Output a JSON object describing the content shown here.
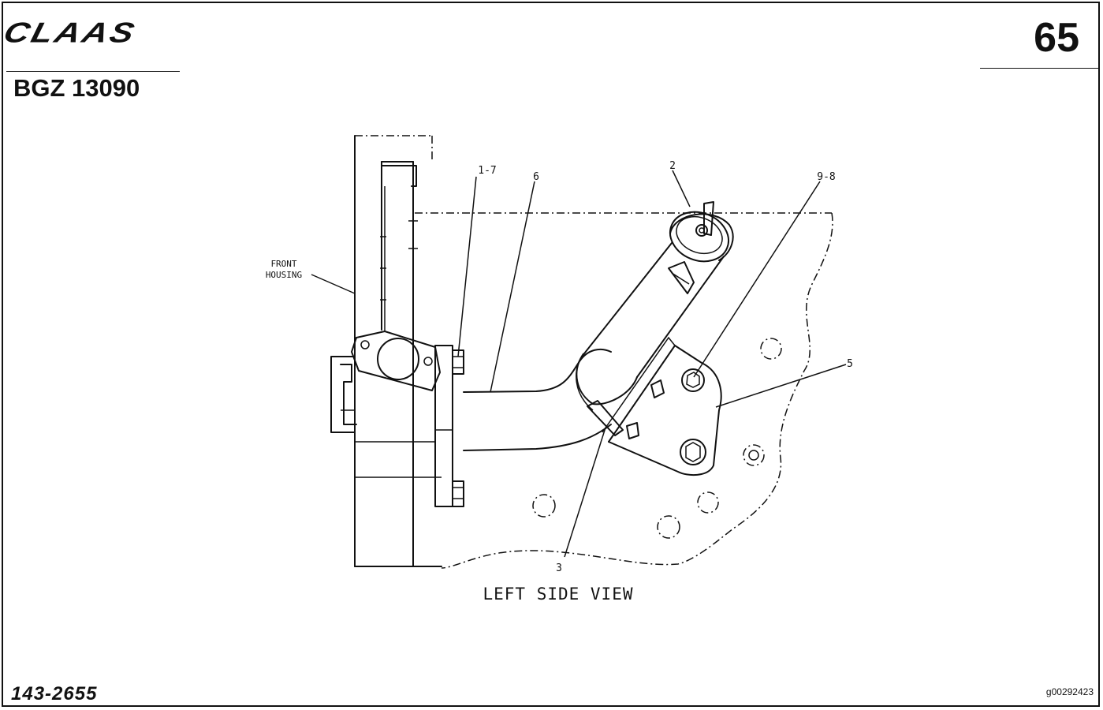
{
  "header": {
    "brand": "CLAAS",
    "page_number": "65",
    "doc_code": "BGZ 13090"
  },
  "diagram": {
    "view_title": "LEFT SIDE VIEW",
    "front_housing_label": [
      "FRONT",
      "HOUSING"
    ],
    "callouts": {
      "c_1_7": "1-7",
      "c_6": "6",
      "c_2": "2",
      "c_9_8": "9-8",
      "c_5": "5",
      "c_3": "3"
    }
  },
  "footer": {
    "part_number": "143-2655",
    "graphic_id": "g00292423"
  }
}
